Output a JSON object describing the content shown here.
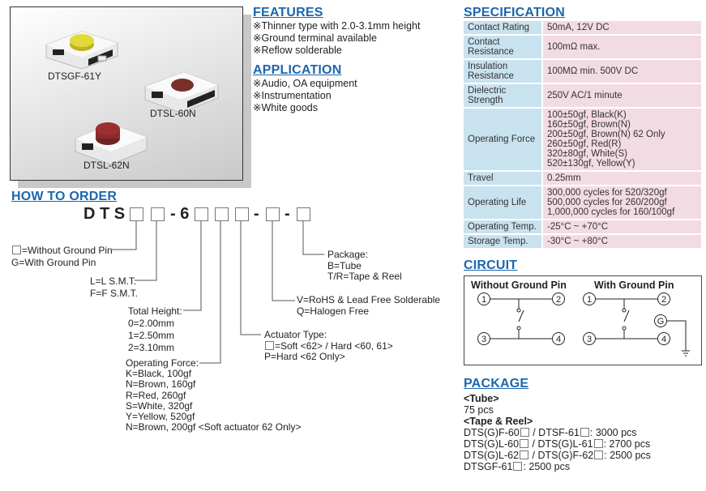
{
  "products": {
    "images": [
      {
        "label": "DTSGF-61Y",
        "actuator_color": "#d6cf2a"
      },
      {
        "label": "DTSL-60N",
        "actuator_color": "#7a2e2a"
      },
      {
        "label": "DTSL-62N",
        "actuator_color": "#8a2a2a"
      }
    ]
  },
  "features": {
    "title": "FEATURES",
    "bullet": "※",
    "items": [
      "Thinner type with 2.0-3.1mm height",
      "Ground terminal available",
      "Reflow solderable"
    ]
  },
  "application": {
    "title": "APPLICATION",
    "bullet": "※",
    "items": [
      "Audio, OA equipment",
      "Instrumentation",
      "White goods"
    ]
  },
  "specification": {
    "title": "SPECIFICATION",
    "rows": [
      {
        "key": [
          "Contact Rating"
        ],
        "value": [
          "50mA, 12V DC"
        ]
      },
      {
        "key": [
          "Contact",
          "Resistance"
        ],
        "value": [
          "100mΩ max."
        ]
      },
      {
        "key": [
          "Insulation",
          "Resistance"
        ],
        "value": [
          "100MΩ min. 500V DC"
        ]
      },
      {
        "key": [
          "Dielectric",
          "Strength"
        ],
        "value": [
          "250V AC/1 minute"
        ]
      },
      {
        "key": [
          "Operating Force"
        ],
        "value": [
          "100±50gf, Black(K)",
          "160±50gf, Brown(N)",
          "200±50gf, Brown(N) 62 Only",
          "260±50gf, Red(R)",
          "320±80gf, White(S)",
          "520±130gf, Yellow(Y)"
        ]
      },
      {
        "key": [
          "Travel"
        ],
        "value": [
          "0.25mm"
        ]
      },
      {
        "key": [
          "Operating Life"
        ],
        "value": [
          "300,000 cycles for 520/320gf",
          "500,000 cycles for 260/200gf",
          "1,000,000 cycles for 160/100gf"
        ]
      },
      {
        "key": [
          "Operating Temp."
        ],
        "value": [
          "-25°C ~ +70°C"
        ]
      },
      {
        "key": [
          "Storage Temp."
        ],
        "value": [
          "-30°C ~ +80°C"
        ]
      }
    ]
  },
  "how_to_order": {
    "title": "HOW TO ORDER",
    "prefix": "D T S",
    "sep_six": "- 6",
    "dash": "-",
    "ground": {
      "lines": [
        "=Without Ground Pin",
        "G=With Ground Pin"
      ]
    },
    "smt": {
      "lines": [
        "L=L S.M.T.",
        "F=F S.M.T."
      ]
    },
    "height": {
      "lines": [
        "Total Height:",
        "0=2.00mm",
        "1=2.50mm",
        "2=3.10mm"
      ]
    },
    "force": {
      "lines": [
        "Operating Force:",
        "K=Black, 100gf",
        "N=Brown, 160gf",
        "R=Red, 260gf",
        "S=White, 320gf",
        "Y=Yellow, 520gf",
        "N=Brown, 200gf <Soft actuator 62 Only>"
      ]
    },
    "actuator": {
      "lines": [
        "Actuator Type:",
        "=Soft <62> / Hard <60, 61>",
        "P=Hard <62 Only>"
      ]
    },
    "rohs": {
      "lines": [
        "V=RoHS & Lead Free Solderable",
        "Q=Halogen Free"
      ]
    },
    "package": {
      "lines": [
        "Package:",
        "B=Tube",
        "T/R=Tape & Reel"
      ]
    }
  },
  "circuit": {
    "title": "CIRCUIT",
    "left_title": "Without Ground Pin",
    "right_title": "With Ground Pin",
    "pins": [
      "1",
      "2",
      "3",
      "4",
      "G"
    ]
  },
  "package": {
    "title": "PACKAGE",
    "tube_heading": "<Tube>",
    "tube_qty": "75 pcs",
    "reel_heading": "<Tape & Reel>",
    "reel_rows": [
      {
        "a": "DTS(G)F-60",
        "b": " / DTSF-61",
        "qty": ": 3000 pcs"
      },
      {
        "a": "DTS(G)L-60",
        "b": " / DTS(G)L-61",
        "qty": ": 2700 pcs"
      },
      {
        "a": "DTS(G)L-62",
        "b": " / DTS(G)F-62",
        "qty": ": 2500 pcs"
      },
      {
        "a": "DTSGF-61",
        "b": null,
        "qty": ": 2500 pcs"
      }
    ]
  }
}
